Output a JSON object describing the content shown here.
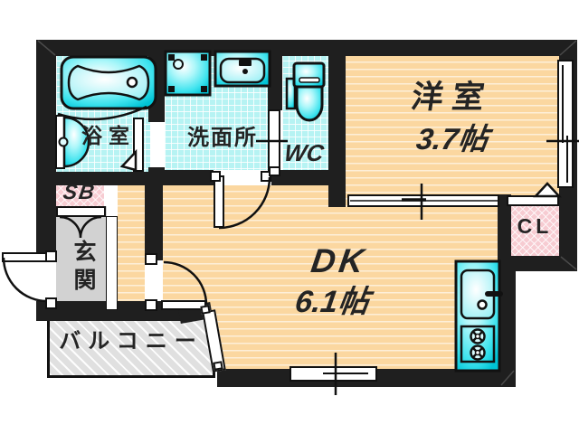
{
  "rooms": {
    "bathroom": {
      "label": "浴室"
    },
    "washroom": {
      "label": "洗面所"
    },
    "wc": {
      "label": "WC"
    },
    "western": {
      "label": "洋室",
      "size": "3.7帖"
    },
    "dk": {
      "label": "DK",
      "size": "6.1帖"
    },
    "closet": {
      "label": "CL"
    },
    "shoebox": {
      "label": "SB"
    },
    "entrance": {
      "label": "玄関"
    },
    "balcony": {
      "label": "バルコニー"
    }
  },
  "colors": {
    "wall": "#1f1f1f",
    "wet_room_tile": "#b6f3f3",
    "fixture_cyan": "#00c4d6",
    "wood_floor": "#fbd7a0",
    "storage_pink": "#f7ccd2",
    "entrance_gray": "#d2d2d2",
    "balcony_gray": "#e0e0e0",
    "label_text": "#242424"
  }
}
